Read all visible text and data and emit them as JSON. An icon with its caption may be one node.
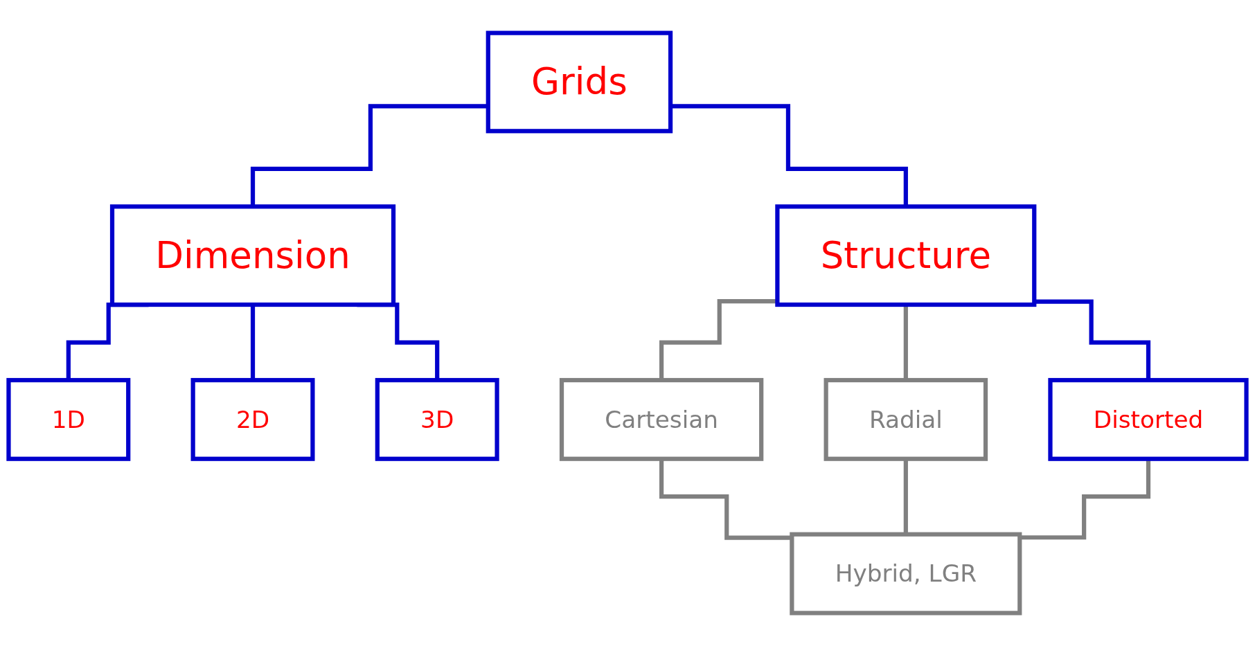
{
  "diagram": {
    "nodes": [
      {
        "text": [
          "Grids"
        ]
      },
      {
        "text": [
          "Dimension"
        ]
      },
      {
        "text": [
          "Structure"
        ]
      },
      {
        "text": [
          "1D"
        ]
      },
      {
        "text": [
          "2D"
        ]
      },
      {
        "text": [
          "3D"
        ]
      },
      {
        "text": [
          "Cartesian"
        ]
      },
      {
        "text": [
          "Radial"
        ]
      },
      {
        "text": [
          "Distorted"
        ]
      },
      {
        "text": [
          "Hybrid, LGR"
        ]
      }
    ],
    "edges": [
      {
        "from": 0,
        "to": 1,
        "arrow": "none"
      },
      {
        "from": 0,
        "to": 2,
        "arrow": "none"
      },
      {
        "from": 1,
        "to": 3,
        "arrow": "none"
      },
      {
        "from": 1,
        "to": 4,
        "arrow": "none"
      },
      {
        "from": 1,
        "to": 5,
        "arrow": "none"
      },
      {
        "from": 2,
        "to": 6,
        "arrow": "none",
        "color": "#808080"
      },
      {
        "from": 2,
        "to": 7,
        "arrow": "none",
        "color": "#808080"
      },
      {
        "from": 2,
        "to": 8,
        "arrow": "none"
      },
      {
        "from": 6,
        "to": 9,
        "arrow": "none",
        "color": "#808080"
      },
      {
        "from": 7,
        "to": 9,
        "arrow": "none",
        "color": "#808080"
      },
      {
        "from": 8,
        "to": 9,
        "arrow": "none",
        "color": "#808080"
      }
    ]
  }
}
